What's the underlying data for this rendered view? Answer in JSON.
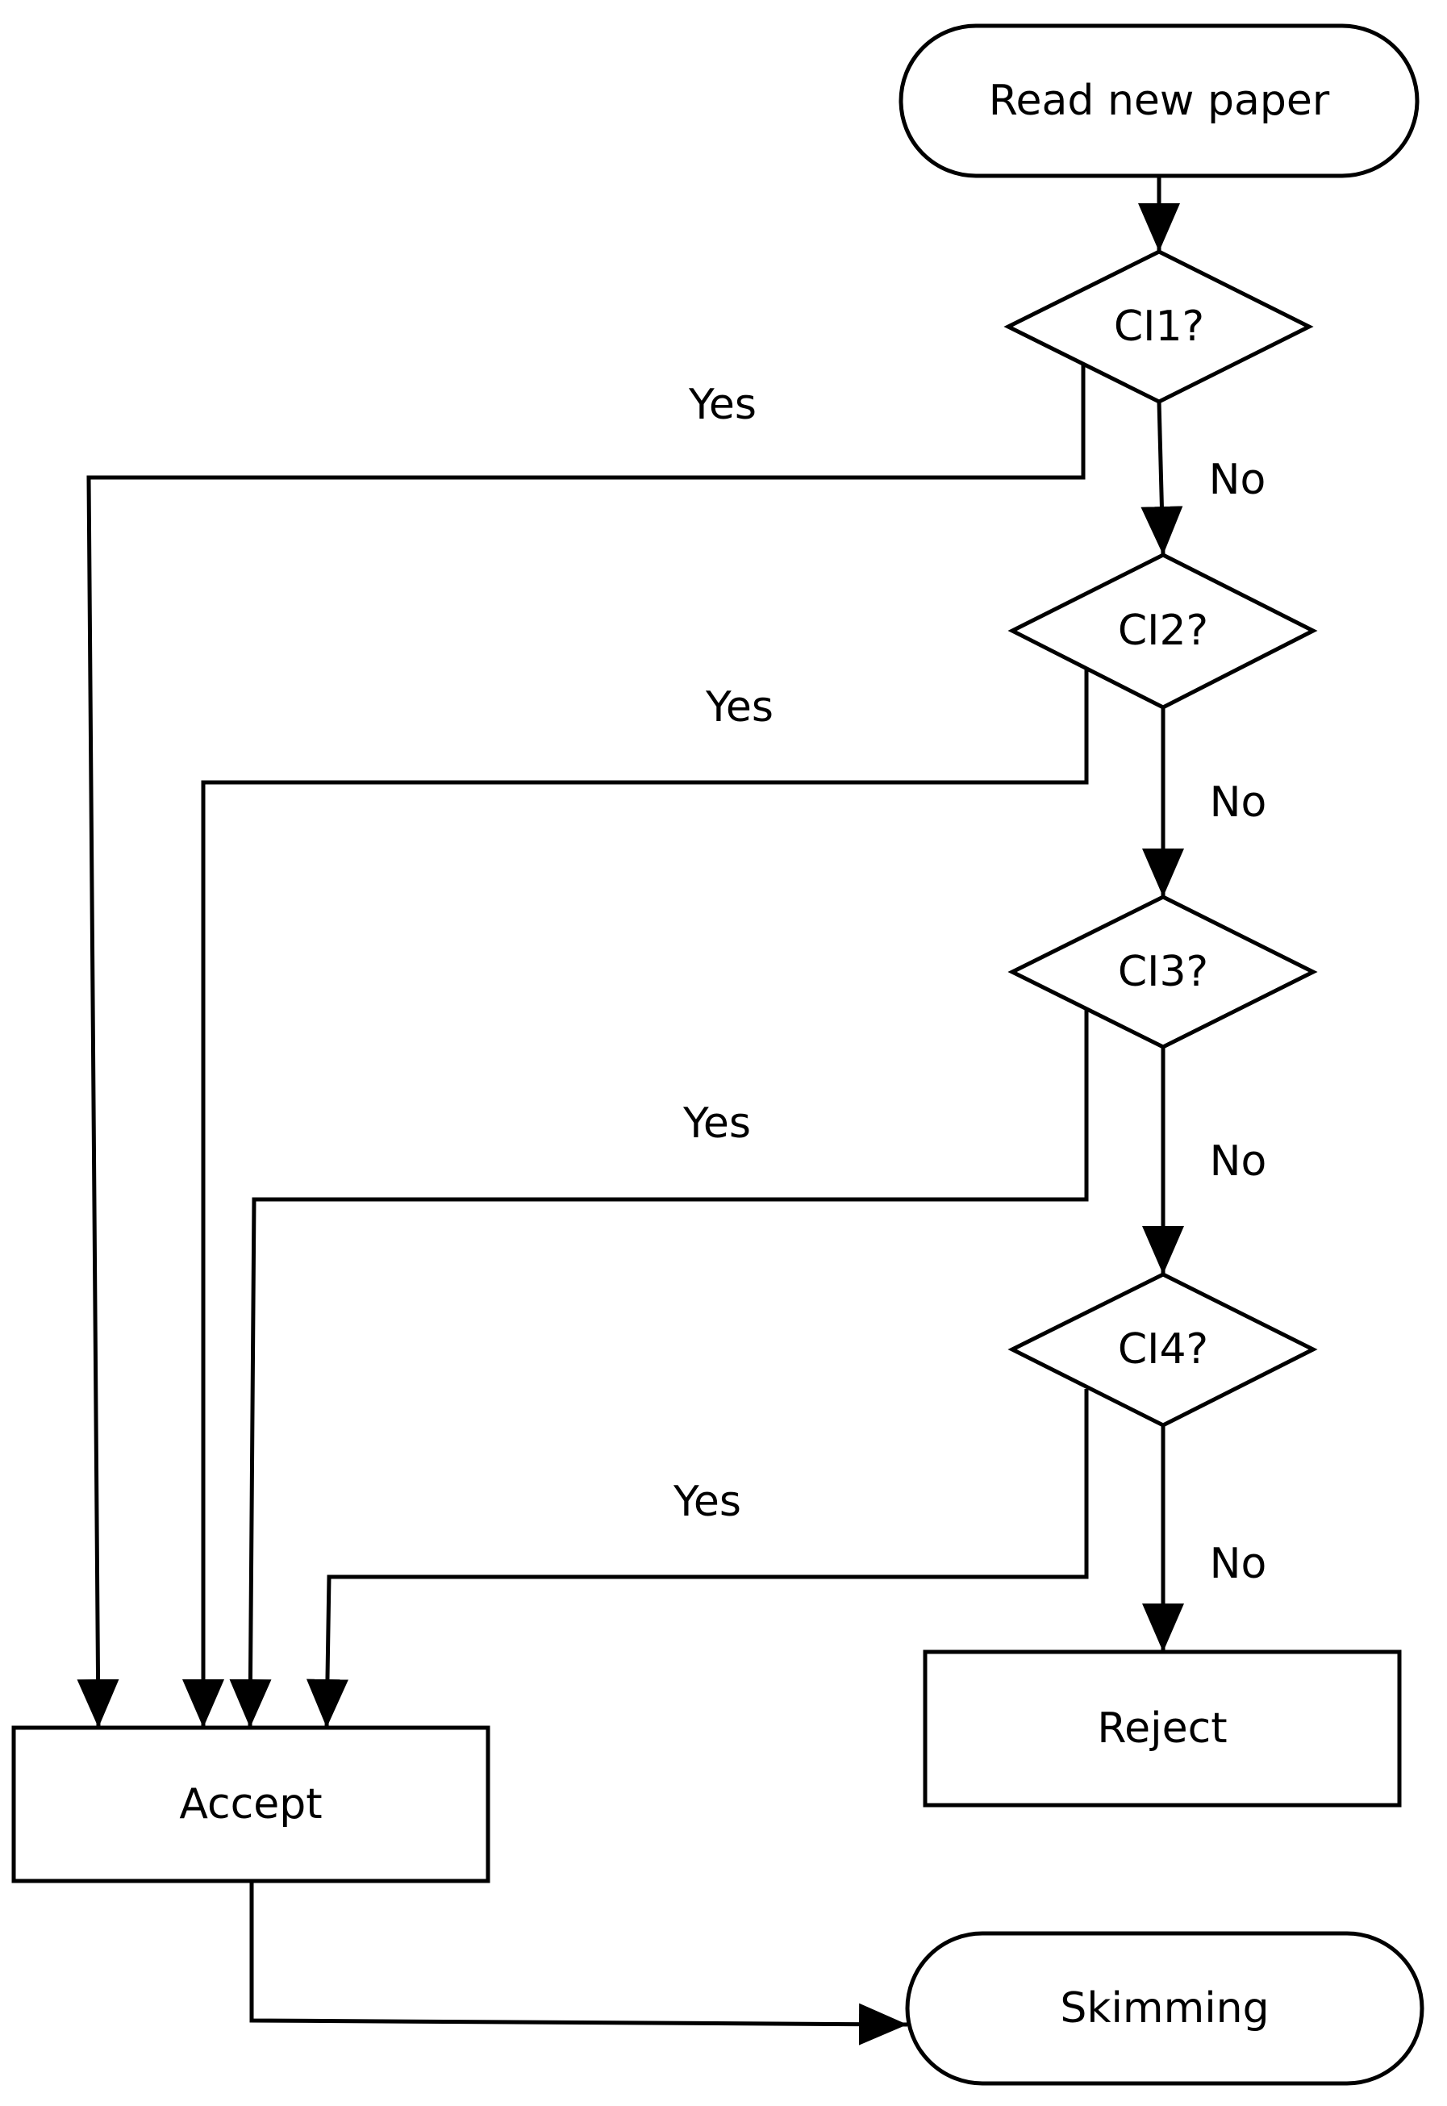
{
  "diagram": {
    "nodes": {
      "start": "Read new paper",
      "ci1": "CI1?",
      "ci2": "CI2?",
      "ci3": "CI3?",
      "ci4": "CI4?",
      "reject": "Reject",
      "accept": "Accept",
      "skimming": "Skimming"
    },
    "edges": {
      "ci1_yes": "Yes",
      "ci1_no": "No",
      "ci2_yes": "Yes",
      "ci2_no": "No",
      "ci3_yes": "Yes",
      "ci3_no": "No",
      "ci4_yes": "Yes",
      "ci4_no": "No"
    }
  }
}
